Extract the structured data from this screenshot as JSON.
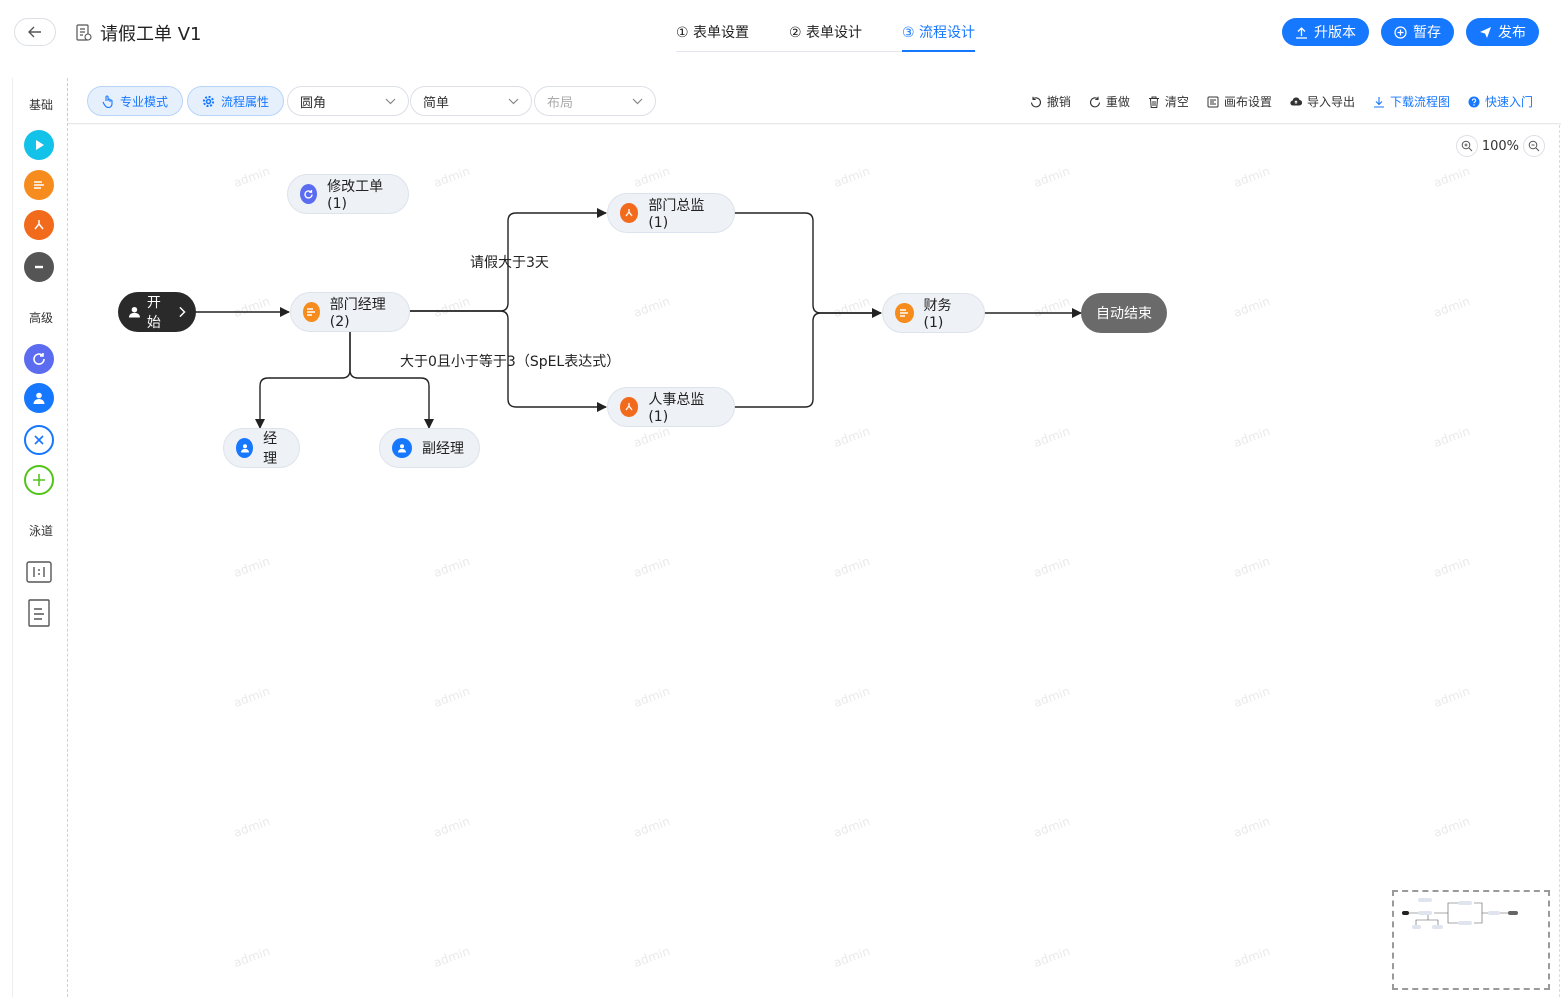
{
  "header": {
    "title": "请假工单 V1",
    "tabs": [
      {
        "label": "① 表单设置",
        "active": false
      },
      {
        "label": "② 表单设计",
        "active": false
      },
      {
        "label": "③ 流程设计",
        "active": true
      }
    ],
    "actions": [
      {
        "label": "升版本",
        "icon": "upload-icon"
      },
      {
        "label": "暂存",
        "icon": "plus-circle-icon"
      },
      {
        "label": "发布",
        "icon": "send-icon"
      }
    ]
  },
  "left_panel": {
    "sections": [
      "基础",
      "高级",
      "泳道"
    ]
  },
  "toolbar": {
    "pro_mode": "专业模式",
    "flow_props": "流程属性",
    "edge_style": "圆角",
    "theme": "简单",
    "layout_placeholder": "布局",
    "actions": [
      "撤销",
      "重做",
      "清空",
      "画布设置",
      "导入导出",
      "下载流程图",
      "快速入门"
    ]
  },
  "canvas": {
    "zoom": "100%",
    "watermark": "admin",
    "nodes": {
      "start": "开始",
      "dept_manager": "部门经理 (2)",
      "modify_ticket": "修改工单 (1)",
      "dept_director": "部门总监 (1)",
      "hr_director": "人事总监 (1)",
      "finance": "财务 (1)",
      "auto_end": "自动结束",
      "manager": "经理",
      "deputy_manager": "副经理"
    },
    "edge_labels": {
      "over3": "请假大于3天",
      "spel": "大于0且小于等于3（SpEL表达式）"
    }
  },
  "colors": {
    "primary": "#1677ff",
    "orange": "#f78c1e",
    "red_orange": "#f26b1d",
    "cyan": "#13c2e8",
    "indigo": "#5b6cf0",
    "green": "#52c41a"
  }
}
